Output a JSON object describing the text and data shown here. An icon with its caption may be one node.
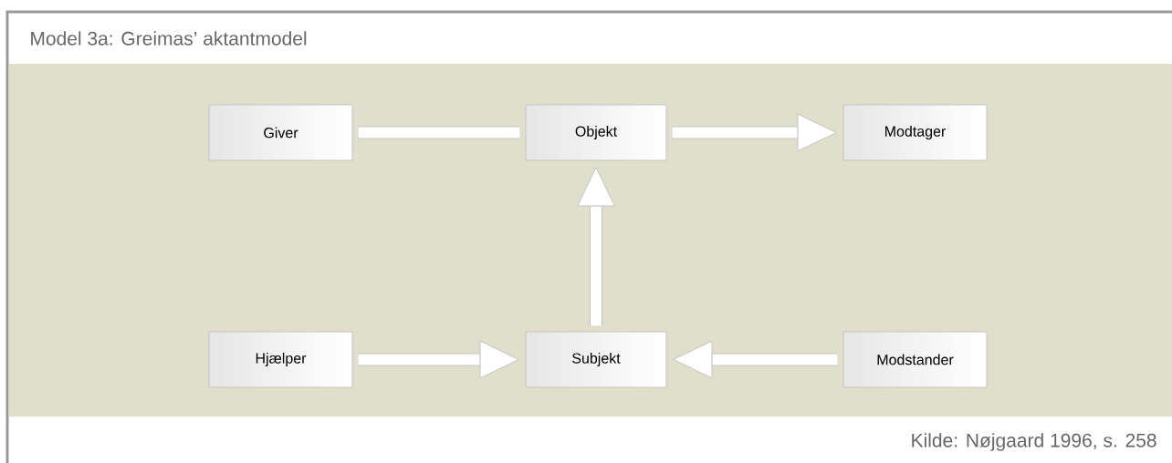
{
  "diagram": {
    "title": "Model 3a: Greimas’ aktantmodel",
    "caption": "Kilde: Nøjgaard 1996, s. 258",
    "nodes": [
      {
        "text": [
          "Giver"
        ]
      },
      {
        "text": [
          "Objekt"
        ]
      },
      {
        "text": [
          "Modtager"
        ]
      },
      {
        "text": [
          "Hjælper"
        ]
      },
      {
        "text": [
          "Subjekt"
        ]
      },
      {
        "text": [
          "Modstander"
        ]
      }
    ],
    "edges": [
      {
        "from": 0,
        "to": 1,
        "arrow": "none"
      },
      {
        "from": 1,
        "to": 2,
        "arrow": "to"
      },
      {
        "from": 4,
        "to": 1,
        "arrow": "to"
      },
      {
        "from": 3,
        "to": 4,
        "arrow": "to"
      },
      {
        "from": 5,
        "to": 4,
        "arrow": "to"
      }
    ]
  }
}
